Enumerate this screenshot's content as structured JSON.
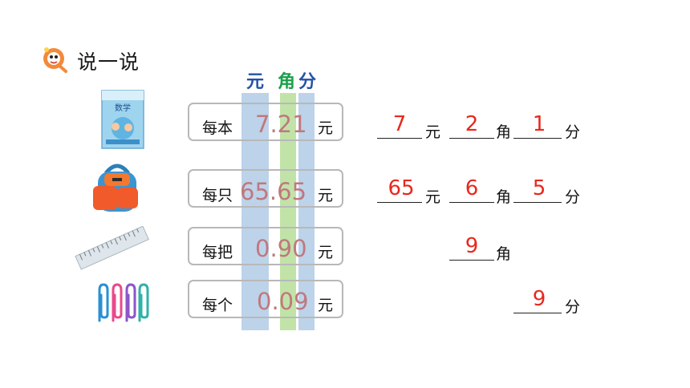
{
  "heading": "说一说",
  "columns": {
    "yuan": "元",
    "jiao": "角",
    "fen": "分"
  },
  "items": [
    {
      "icon": "math-textbook-icon",
      "label": "每本",
      "price": "7.21",
      "unit": "元",
      "answers": {
        "yuan": "7",
        "yuan_unit": "元",
        "jiao": "2",
        "jiao_unit": "角",
        "fen": "1",
        "fen_unit": "分"
      }
    },
    {
      "icon": "backpack-icon",
      "label": "每只",
      "price": "65.65",
      "unit": "元",
      "answers": {
        "yuan": "65",
        "yuan_unit": "元",
        "jiao": "6",
        "jiao_unit": "角",
        "fen": "5",
        "fen_unit": "分"
      }
    },
    {
      "icon": "ruler-icon",
      "label": "每把",
      "price": "0.90",
      "unit": "元",
      "answers": {
        "jiao": "9",
        "jiao_unit": "角"
      }
    },
    {
      "icon": "paperclips-icon",
      "label": "每个",
      "price": "0.09",
      "unit": "元",
      "answers": {
        "fen": "9",
        "fen_unit": "分"
      }
    }
  ],
  "colors": {
    "answer": "#e8281e",
    "price": "#c0787e",
    "yuan_strip": "#bcd3ea",
    "jiao_strip": "#c2e3a8",
    "fen_strip": "#bcd3ea"
  }
}
